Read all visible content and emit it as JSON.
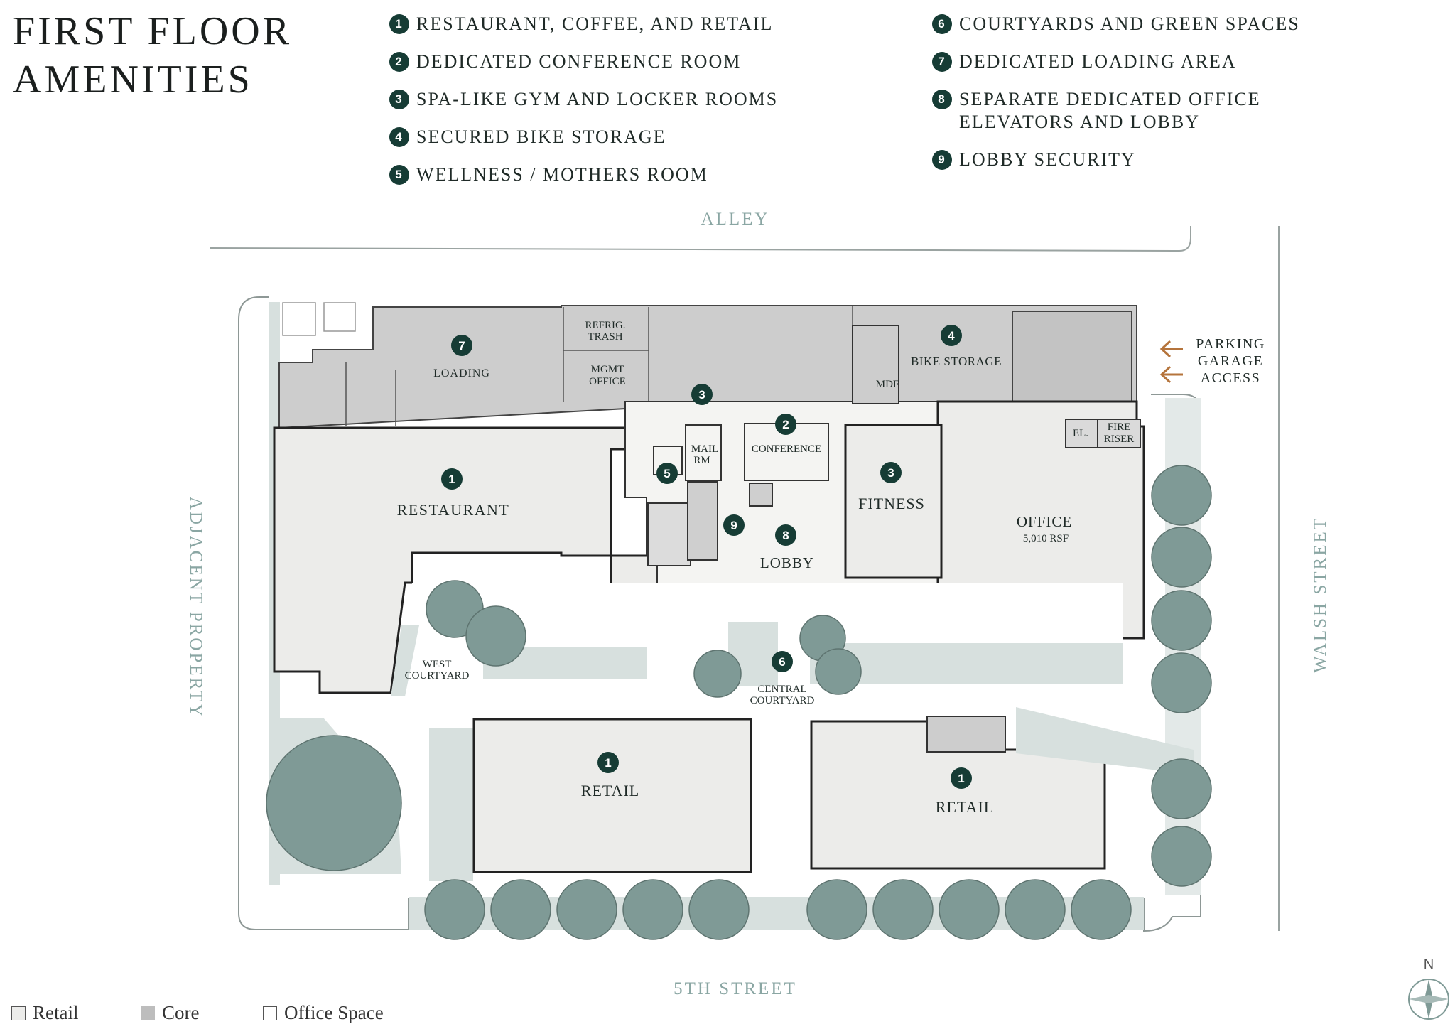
{
  "title": {
    "line1": "FIRST FLOOR",
    "line2": "AMENITIES"
  },
  "legend_left": [
    {
      "num": "1",
      "text": "RESTAURANT, COFFEE, AND RETAIL"
    },
    {
      "num": "2",
      "text": "DEDICATED CONFERENCE ROOM"
    },
    {
      "num": "3",
      "text": "SPA-LIKE GYM AND LOCKER ROOMS"
    },
    {
      "num": "4",
      "text": "SECURED BIKE STORAGE"
    },
    {
      "num": "5",
      "text": "WELLNESS / MOTHERS ROOM"
    }
  ],
  "legend_right": [
    {
      "num": "6",
      "text": "COURTYARDS AND GREEN SPACES"
    },
    {
      "num": "7",
      "text": "DEDICATED LOADING AREA"
    },
    {
      "num": "8",
      "text": "SEPARATE DEDICATED OFFICE\nELEVATORS AND LOBBY"
    },
    {
      "num": "9",
      "text": "LOBBY SECURITY"
    }
  ],
  "streets": {
    "alley": "ALLEY",
    "fifth": "5TH STREET",
    "walsh": "WALSH STREET",
    "adjacent": "ADJACENT PROPERTY"
  },
  "parking": {
    "line1": "PARKING",
    "line2": "GARAGE",
    "line3": "ACCESS"
  },
  "rooms": {
    "restaurant": "RESTAURANT",
    "loading": "LOADING",
    "refrig1": "REFRIG.",
    "refrig2": "TRASH",
    "mgmt1": "MGMT",
    "mgmt2": "OFFICE",
    "mail1": "MAIL",
    "mail2": "RM",
    "conference": "CONFERENCE",
    "fitness": "FITNESS",
    "lobby": "LOBBY",
    "office": "OFFICE",
    "office_rsf": "5,010 RSF",
    "bike": "BIKE STORAGE",
    "mdf": "MDF",
    "el": "EL.",
    "fire1": "FIRE",
    "fire2": "RISER",
    "west1": "WEST",
    "west2": "COURTYARD",
    "central1": "CENTRAL",
    "central2": "COURTYARD",
    "retail_left": "RETAIL",
    "retail_right": "RETAIL"
  },
  "markers": {
    "m_restaurant": "1",
    "m_retail_left": "1",
    "m_retail_right": "1",
    "m_conference": "2",
    "m_fitness": "3",
    "m_locker": "3",
    "m_bike": "4",
    "m_wellness": "5",
    "m_central": "6",
    "m_loading": "7",
    "m_lobby": "8",
    "m_security": "9"
  },
  "compass": {
    "north": "N"
  },
  "key": {
    "retail": "Retail",
    "core": "Core",
    "office": "Office Space"
  },
  "colors": {
    "badge": "#163c35",
    "tree": "#7f9a96",
    "street_text": "#8aa6a3",
    "core_fill": "#cdcdcd",
    "space_fill": "#ececea",
    "green_space": "#d7e0de",
    "arrow": "#b5743c"
  }
}
